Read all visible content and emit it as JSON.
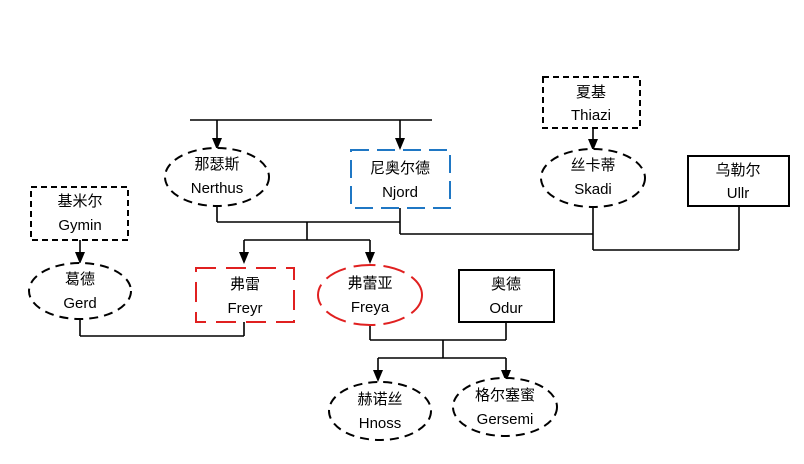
{
  "colors": {
    "line": "#000000",
    "blue_accent": "#1f77c4",
    "red_accent": "#e02020"
  },
  "nodes": {
    "nerthus": {
      "cn": "那瑟斯",
      "en": "Nerthus",
      "shape": "dashed-ellipse"
    },
    "njord": {
      "cn": "尼奥尔德",
      "en": "Njord",
      "shape": "dashed-rect-blue"
    },
    "thiazi": {
      "cn": "夏基",
      "en": "Thiazi",
      "shape": "dashed-rect"
    },
    "skadi": {
      "cn": "丝卡蒂",
      "en": "Skadi",
      "shape": "dashed-ellipse"
    },
    "ullr": {
      "cn": "乌勒尔",
      "en": "Ullr",
      "shape": "solid-rect"
    },
    "gymin": {
      "cn": "基米尔",
      "en": "Gymin",
      "shape": "dashed-rect"
    },
    "gerd": {
      "cn": "葛德",
      "en": "Gerd",
      "shape": "dashed-ellipse"
    },
    "freyr": {
      "cn": "弗雷",
      "en": "Freyr",
      "shape": "dashed-rect-red"
    },
    "freya": {
      "cn": "弗蕾亚",
      "en": "Freya",
      "shape": "dashed-ellipse-red"
    },
    "odur": {
      "cn": "奥德",
      "en": "Odur",
      "shape": "solid-rect"
    },
    "hnoss": {
      "cn": "赫诺丝",
      "en": "Hnoss",
      "shape": "dashed-ellipse"
    },
    "gersemi": {
      "cn": "格尔塞蜜",
      "en": "Gersemi",
      "shape": "dashed-ellipse"
    }
  }
}
